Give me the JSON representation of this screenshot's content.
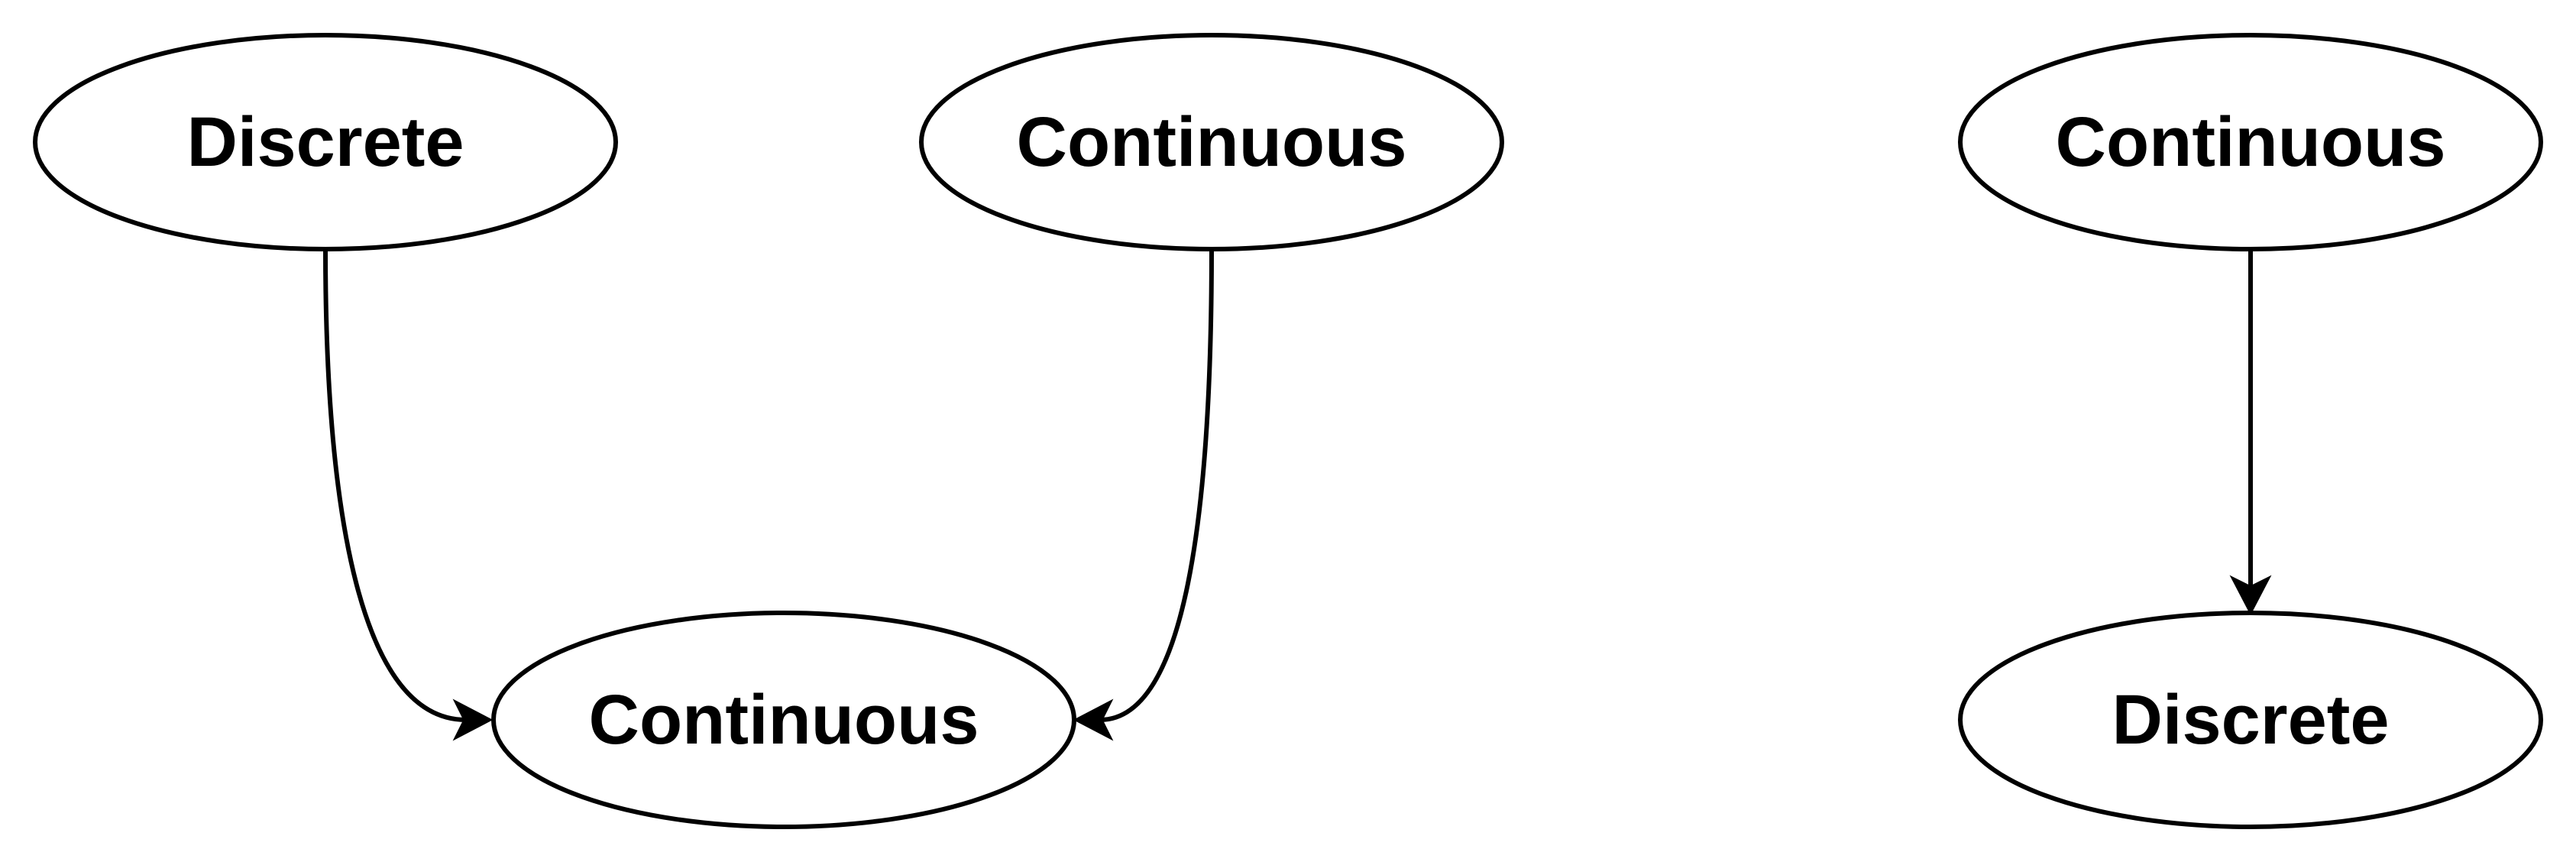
{
  "colors": {
    "stroke": "#000000",
    "fill": "#ffffff",
    "text": "#000000"
  },
  "nodes": [
    {
      "id": "n1",
      "label": "Discrete"
    },
    {
      "id": "n2",
      "label": "Continuous"
    },
    {
      "id": "n3",
      "label": "Continuous"
    },
    {
      "id": "n4",
      "label": "Continuous"
    },
    {
      "id": "n5",
      "label": "Discrete"
    }
  ],
  "edges": [
    {
      "from": "n1",
      "to": "n3"
    },
    {
      "from": "n2",
      "to": "n3"
    },
    {
      "from": "n4",
      "to": "n5"
    }
  ]
}
